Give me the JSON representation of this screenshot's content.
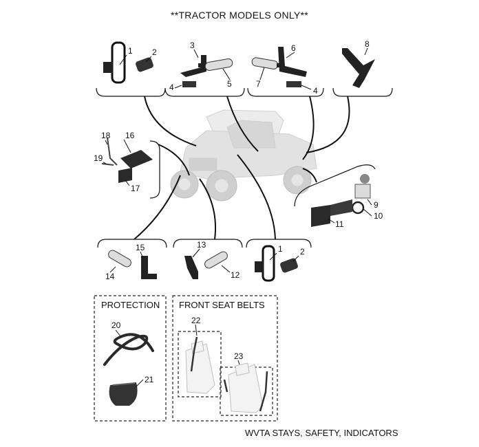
{
  "title": "**TRACTOR MODELS ONLY**",
  "caption": "WVTA STAYS, SAFETY, INDICATORS",
  "boxes": {
    "protection": "PROTECTION",
    "front_seat_belts": "FRONT SEAT BELTS"
  },
  "callouts": {
    "c1a": "1",
    "c2a": "2",
    "c3": "3",
    "c4a": "4",
    "c5": "5",
    "c6": "6",
    "c7": "7",
    "c4b": "4",
    "c8": "8",
    "c16": "16",
    "c18": "18",
    "c19": "19",
    "c17": "17",
    "c9": "9",
    "c10": "10",
    "c11": "11",
    "c15": "15",
    "c14": "14",
    "c13": "13",
    "c12": "12",
    "c1b": "1",
    "c2b": "2",
    "c20": "20",
    "c21": "21",
    "c22": "22",
    "c23": "23"
  }
}
